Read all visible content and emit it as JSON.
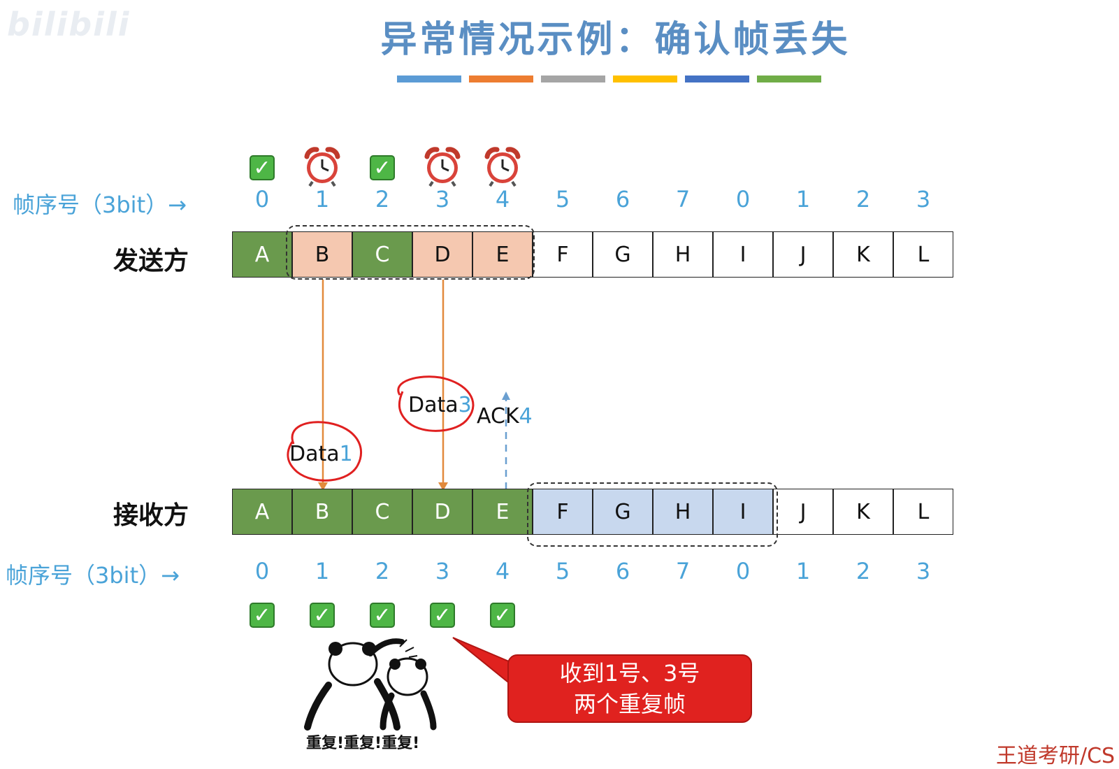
{
  "watermark": "bilibili",
  "title": "异常情况示例：确认帧丢失",
  "title_bar_colors": [
    "#5b9bd5",
    "#ed7d31",
    "#a5a5a5",
    "#ffc000",
    "#4472c4",
    "#70ad47"
  ],
  "seq_label": "帧序号（3bit）→",
  "seq_numbers": [
    "0",
    "1",
    "2",
    "3",
    "4",
    "5",
    "6",
    "7",
    "0",
    "1",
    "2",
    "3"
  ],
  "sender": {
    "label": "发送方",
    "frames": [
      "A",
      "B",
      "C",
      "D",
      "E",
      "F",
      "G",
      "H",
      "I",
      "J",
      "K",
      "L"
    ],
    "states": [
      "green",
      "peach",
      "green",
      "peach",
      "peach",
      "white",
      "white",
      "white",
      "white",
      "white",
      "white",
      "white"
    ],
    "markers": [
      "check",
      "clock",
      "check",
      "clock",
      "clock"
    ]
  },
  "receiver": {
    "label": "接收方",
    "frames": [
      "A",
      "B",
      "C",
      "D",
      "E",
      "F",
      "G",
      "H",
      "I",
      "J",
      "K",
      "L"
    ],
    "states": [
      "green",
      "green",
      "green",
      "green",
      "green",
      "blue",
      "blue",
      "blue",
      "blue",
      "white",
      "white",
      "white"
    ],
    "markers": [
      "check",
      "check",
      "check",
      "check",
      "check"
    ]
  },
  "arrows": [
    {
      "label_text": "Data",
      "label_num": "1",
      "from_frame": 1,
      "direction": "down"
    },
    {
      "label_text": "Data",
      "label_num": "3",
      "from_frame": 3,
      "direction": "down"
    },
    {
      "label_text": "ACK",
      "label_num": "4",
      "from_frame": 4,
      "direction": "up",
      "lost": true
    }
  ],
  "callout": {
    "line1": "收到1号、3号",
    "line2": "两个重复帧"
  },
  "meme_caption": "重复!重复!重复!",
  "corner_text": "王道考研/CS",
  "colors": {
    "accent": "#4aa3d8",
    "green": "#6a9a4d",
    "peach": "#f5c8b0",
    "blue_window": "#c8d8ee",
    "arrow": "#e28a3c",
    "ack_arrow": "#6a9fd0",
    "callout": "#e0221f",
    "circle": "#e02020"
  }
}
